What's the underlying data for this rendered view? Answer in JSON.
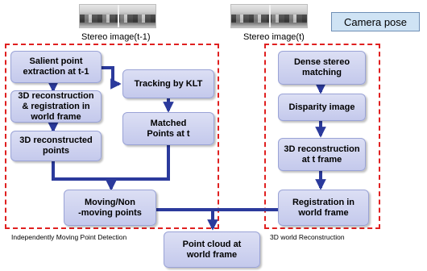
{
  "images": {
    "left_caption": "Stereo image(t-1)",
    "right_caption": "Stereo image(t)"
  },
  "camera_pose": "Camera pose",
  "regions": {
    "left_label": "Independently Moving Point Detection",
    "right_label": "3D world Reconstruction"
  },
  "boxes": {
    "salient": "Salient point\nextraction at t-1",
    "recon_reg": "3D reconstruction\n& registration in\nworld frame",
    "recon_points": "3D reconstructed\npoints",
    "klt": "Tracking by KLT",
    "matched": "Matched\nPoints at t",
    "moving": "Moving/Non\n-moving points",
    "dense": "Dense stereo\nmatching",
    "disparity": "Disparity image",
    "recon_t": "3D reconstruction\nat t frame",
    "registration": "Registration in\nworld frame",
    "point_cloud": "Point cloud at\nworld frame"
  },
  "colors": {
    "arrow": "#2b3a9c",
    "dashed_border": "#e02020",
    "box_fill": "#c9cdee",
    "camera_pose_fill": "#cfe3f4"
  }
}
